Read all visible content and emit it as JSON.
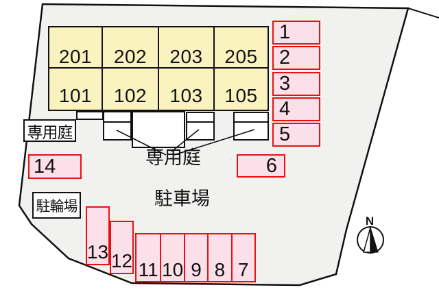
{
  "labels": {
    "garden_left": "専用庭",
    "garden_center": "専用庭",
    "parking_lot": "駐車場",
    "bicycle_parking": "駐輪場",
    "compass_north": "N"
  },
  "building": {
    "upper_units": [
      "201",
      "202",
      "203",
      "205"
    ],
    "lower_units": [
      "101",
      "102",
      "103",
      "105"
    ]
  },
  "parking": {
    "right_column": [
      "1",
      "2",
      "3",
      "4",
      "5"
    ],
    "spot_14": "14",
    "spot_6": "6",
    "spot_13": "13",
    "spot_12": "12",
    "bottom_row": [
      "11",
      "10",
      "9",
      "8",
      "7"
    ]
  },
  "colors": {
    "unit_fill": "#faf3c0",
    "spot_fill": "#fbdfe9",
    "spot_border": "#ea1010",
    "site_fill": "#f1f1ef",
    "ink": "#111111"
  }
}
